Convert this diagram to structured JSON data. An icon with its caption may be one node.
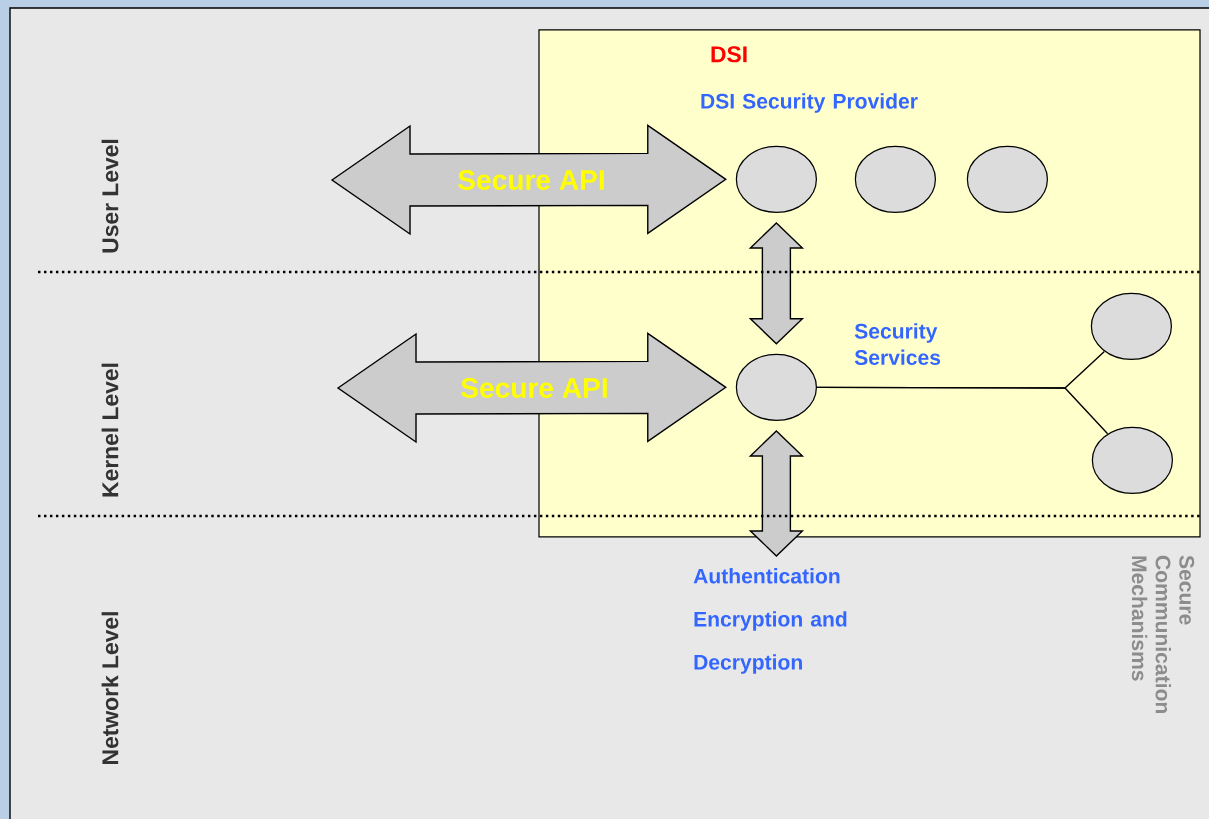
{
  "diagram": {
    "nodes": [
      {
        "text": [
          "DSI",
          "DSI Security Provider",
          "Security Services"
        ]
      },
      {
        "text": [],
        "shape": "circle",
        "in": 0
      },
      {
        "text": [],
        "shape": "circle",
        "in": 0
      },
      {
        "text": [],
        "shape": "circle",
        "in": 0
      },
      {
        "text": [],
        "shape": "circle",
        "in": 0
      },
      {
        "text": [],
        "shape": "circle",
        "in": 0
      },
      {
        "text": [],
        "shape": "circle",
        "in": 0
      },
      {
        "text": [
          "Authentication Encryption and Decryption"
        ]
      }
    ],
    "edges": [
      {
        "from": null,
        "to": 1,
        "arrow": "both",
        "label": "Secure API"
      },
      {
        "from": null,
        "to": 4,
        "arrow": "both",
        "label": "Secure API"
      },
      {
        "from": 1,
        "to": 4,
        "arrow": "both"
      },
      {
        "from": 4,
        "to": 7,
        "arrow": "both"
      },
      {
        "from": 4,
        "to": 5,
        "arrow": "none"
      },
      {
        "from": 4,
        "to": 6,
        "arrow": "none"
      }
    ],
    "labels": [
      "User Level",
      "Kernel Level",
      "Network Level",
      "Secure Communication Mechanisms"
    ]
  }
}
